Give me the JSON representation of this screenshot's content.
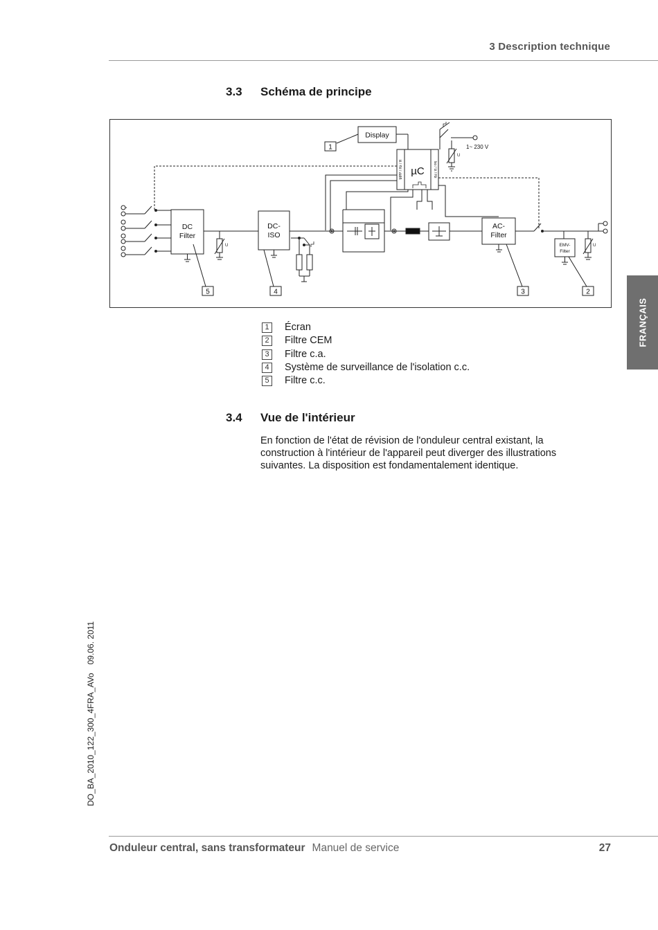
{
  "header": {
    "section": "3 Description technique"
  },
  "section_33": {
    "number": "3.3",
    "title": "Schéma de principe"
  },
  "diagram": {
    "display_label": "Display",
    "uc_label": "µC",
    "mains_label": "1~ 230 V",
    "dc_filter_label_1": "DC",
    "dc_filter_label_2": "Filter",
    "dc_iso_label_1": "DC-",
    "dc_iso_label_2": "ISO",
    "ac_filter_label_1": "AC-",
    "ac_filter_label_2": "Filter",
    "emv_filter_label_1": "EMV-",
    "emv_filter_label_2": "Filter",
    "uc_side_left": "MPP / Hz / H",
    "uc_side_right": "Iso / Iz / Hz",
    "callouts": [
      "1",
      "2",
      "3",
      "4",
      "5"
    ]
  },
  "legend": [
    {
      "num": "1",
      "label": "Écran"
    },
    {
      "num": "2",
      "label": "Filtre CEM"
    },
    {
      "num": "3",
      "label": "Filtre c.a."
    },
    {
      "num": "4",
      "label": "Système de surveillance de l'isolation c.c."
    },
    {
      "num": "5",
      "label": "Filtre c.c."
    }
  ],
  "section_34": {
    "number": "3.4",
    "title": "Vue de l'intérieur",
    "paragraph": "En fonction de l'état de révision de l'onduleur central existant, la construction à l'intérieur de l'appareil peut diverger des illustrations suivantes. La disposition est fondamentalement identique."
  },
  "side_tab": "FRANÇAIS",
  "doc_id": {
    "code": "DO_BA_2010_122_300_4FRA_AVo",
    "date": "09.06. 2011"
  },
  "footer": {
    "title": "Onduleur central, sans transformateur",
    "subtitle": "Manuel de service",
    "page": "27"
  }
}
